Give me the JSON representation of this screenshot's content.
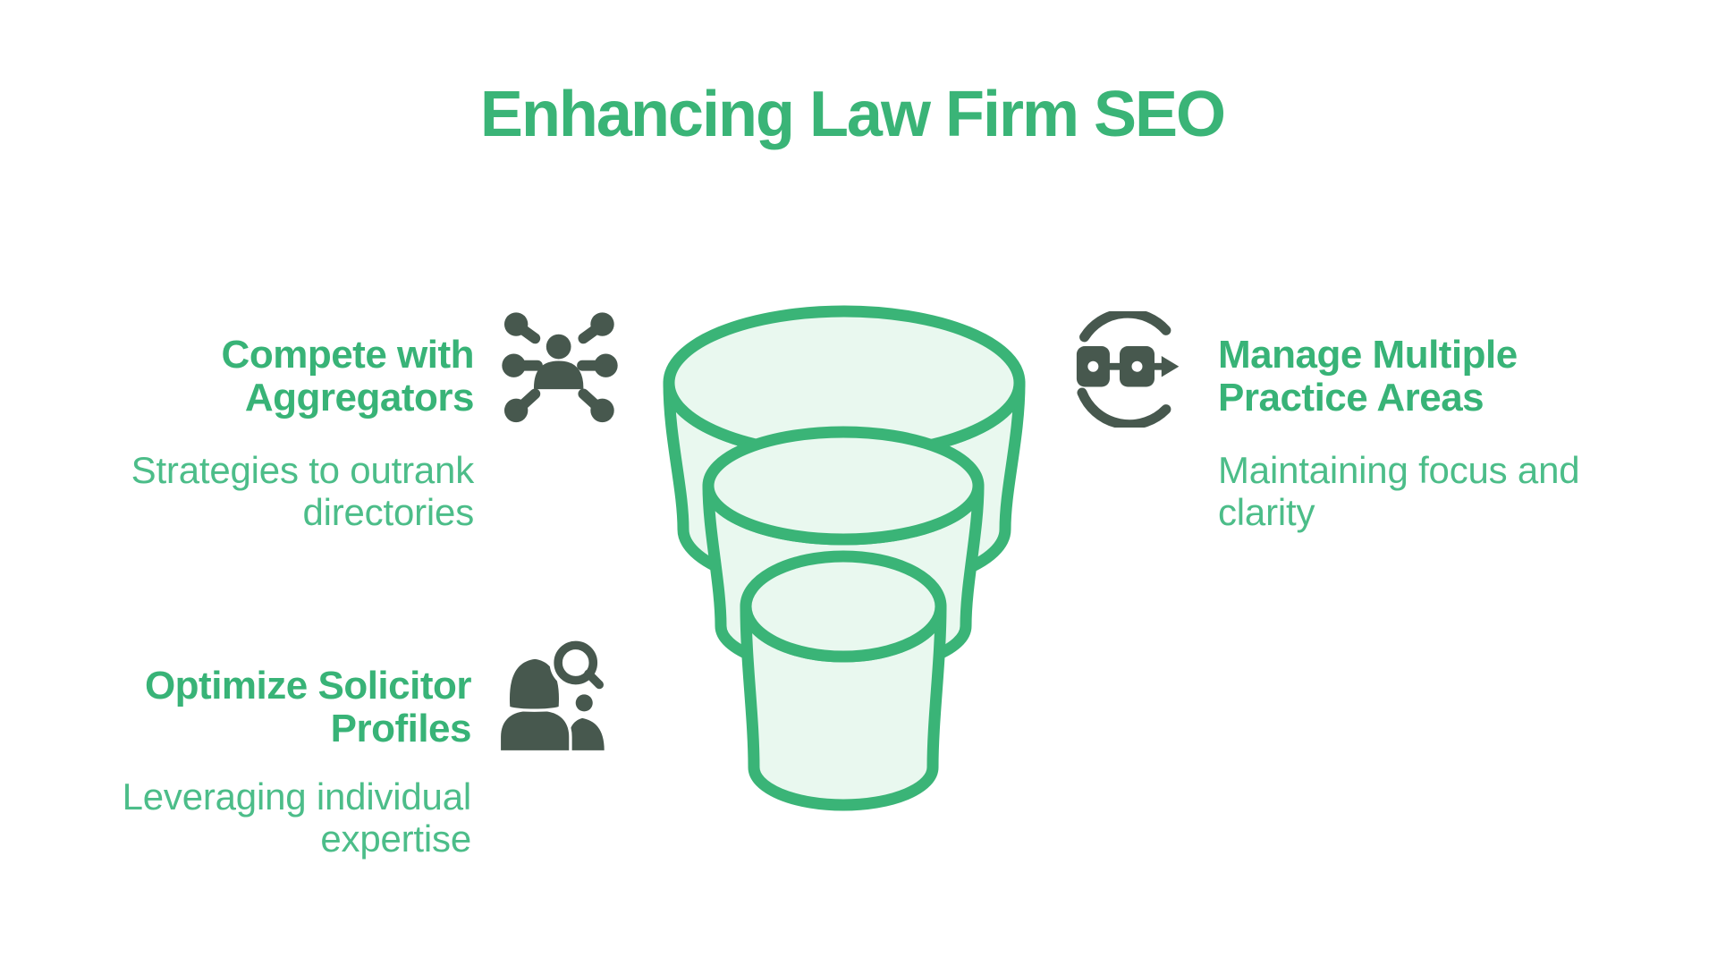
{
  "title": "Enhancing Law Firm SEO",
  "items": {
    "compete": {
      "heading": "Compete with Aggregators",
      "description": "Strategies to outrank directories",
      "icon": "audience-network-icon"
    },
    "manage": {
      "heading": "Manage Multiple Practice Areas",
      "description": "Maintaining focus and clarity",
      "icon": "process-flow-icon"
    },
    "optimize": {
      "heading": "Optimize Solicitor Profiles",
      "description": "Leveraging individual expertise",
      "icon": "profile-search-icon"
    }
  },
  "funnel": {
    "type": "funnel",
    "levels": 3,
    "style": "stacked-cylinders"
  },
  "colors": {
    "background": "#ffffff",
    "accent_green": "#3ab477",
    "heading_green": "#38b377",
    "body_green": "#4cbd89",
    "funnel_fill": "#e9f8ef",
    "icon_dark": "#47584e"
  }
}
